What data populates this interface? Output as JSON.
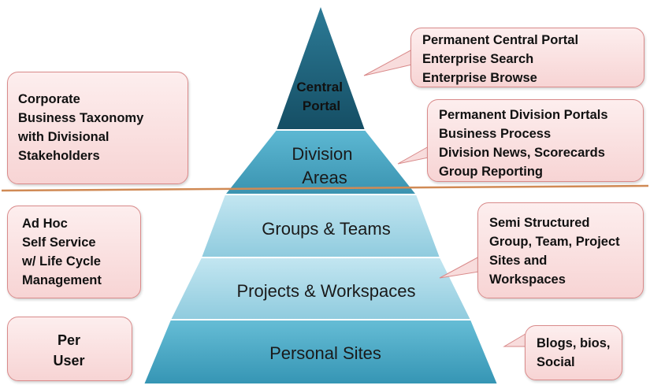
{
  "pyramid": {
    "levels": [
      {
        "lines": [
          "Central",
          "Portal"
        ]
      },
      {
        "lines": [
          "Division",
          "Areas"
        ]
      },
      {
        "lines": [
          "Groups & Teams"
        ]
      },
      {
        "lines": [
          "Projects & Workspaces"
        ]
      },
      {
        "lines": [
          "Personal Sites"
        ]
      }
    ]
  },
  "callouts": {
    "central_portal": [
      "Permanent Central Portal",
      "Enterprise Search",
      "Enterprise Browse"
    ],
    "division_portals": [
      "Permanent Division Portals",
      "Business Process",
      "Division News, Scorecards",
      "Group Reporting"
    ],
    "semi_structured": [
      "Semi Structured",
      "Group, Team, Project",
      "Sites and",
      "Workspaces"
    ],
    "blogs": [
      "Blogs, bios,",
      "Social"
    ]
  },
  "side_boxes": {
    "corporate": [
      "Corporate",
      "Business Taxonomy",
      "with Divisional",
      "Stakeholders"
    ],
    "adhoc": [
      "Ad Hoc",
      "Self Service",
      "w/ Life Cycle",
      "Management"
    ],
    "per_user": [
      "Per",
      "User"
    ]
  },
  "colors": {
    "apex_dark": "#1b5d76",
    "division": "#4aa6c2",
    "lower_tiers": "#a3d6e6",
    "personal": "#4aa9c6",
    "divider": "#d08a55"
  }
}
